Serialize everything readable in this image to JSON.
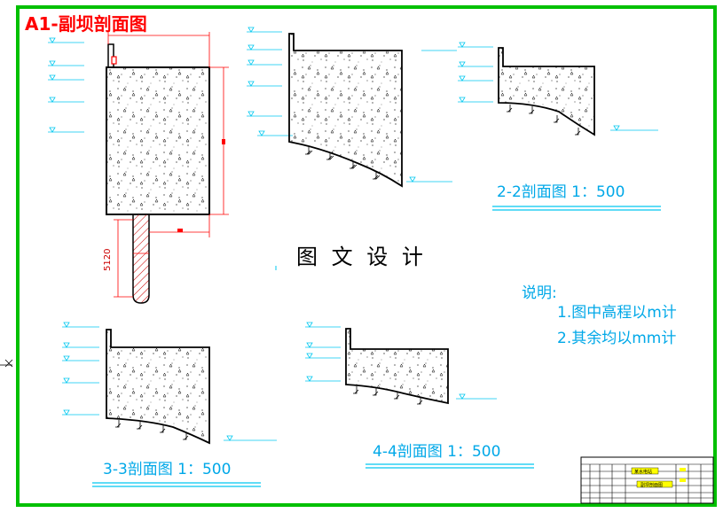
{
  "main_title": "A1-副坝剖面图",
  "center_title": "图 文 设 计",
  "sections": [
    {
      "id": "1-1",
      "label": ""
    },
    {
      "id": "2-2",
      "label": "2-2剖面图 1：500"
    },
    {
      "id": "3-3",
      "label": "3-3剖面图 1：500"
    },
    {
      "id": "4-4",
      "label": "4-4剖面图 1：500"
    }
  ],
  "pile_dimension": "5120",
  "notes": {
    "heading": "说明:",
    "items": [
      "1.图中高程以m计",
      "2.其余均以mm计"
    ]
  },
  "title_block": {
    "label_1": "某水电站",
    "label_2": "副坝剖面图"
  },
  "colors": {
    "frame": "#00c000",
    "main_title": "#ff0000",
    "text_cyan": "#00a8e8",
    "line_cyan": "#00c8f0",
    "dimension": "#ff0000",
    "title_block_fill": "#ffff00"
  }
}
